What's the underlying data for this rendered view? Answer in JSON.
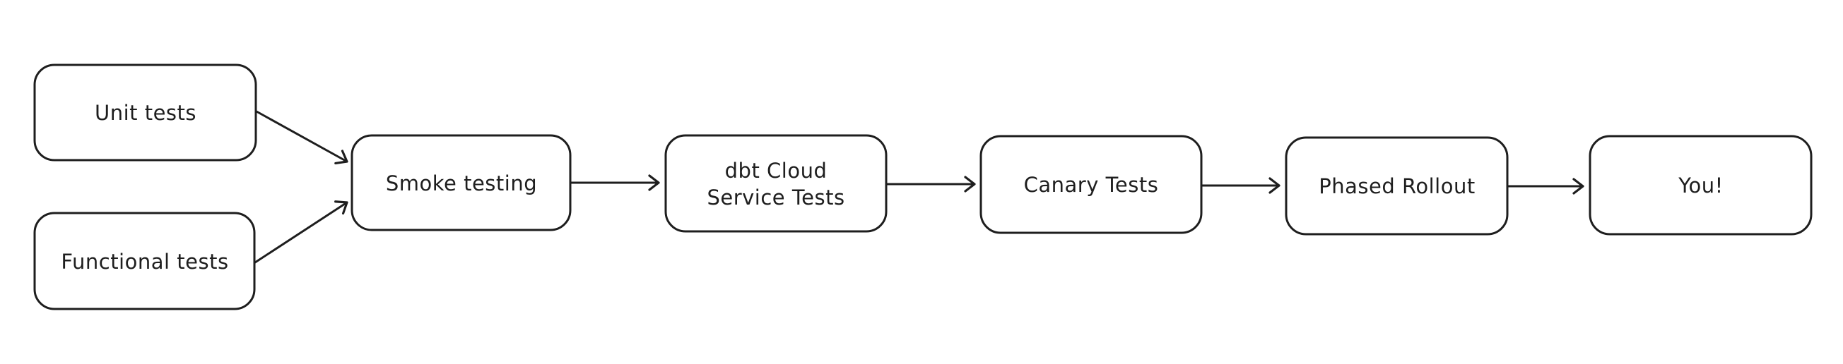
{
  "diagram": {
    "background_color": "#ffffff",
    "node_fill_color": "#ffffff",
    "node_stroke_color": "#1e1e1e",
    "text_color": "#1e1e1e",
    "style": "hand-drawn flowchart",
    "nodes": [
      {
        "id": "unit-tests",
        "label": "Unit tests"
      },
      {
        "id": "functional-tests",
        "label": "Functional tests"
      },
      {
        "id": "smoke-testing",
        "label": "Smoke testing"
      },
      {
        "id": "dbt-cloud-service-tests",
        "label_lines": [
          "dbt Cloud",
          "Service Tests"
        ]
      },
      {
        "id": "canary-tests",
        "label": "Canary Tests"
      },
      {
        "id": "phased-rollout",
        "label": "Phased Rollout"
      },
      {
        "id": "you",
        "label": "You!"
      }
    ],
    "edges": [
      {
        "from": "unit-tests",
        "to": "smoke-testing"
      },
      {
        "from": "functional-tests",
        "to": "smoke-testing"
      },
      {
        "from": "smoke-testing",
        "to": "dbt-cloud-service-tests"
      },
      {
        "from": "dbt-cloud-service-tests",
        "to": "canary-tests"
      },
      {
        "from": "canary-tests",
        "to": "phased-rollout"
      },
      {
        "from": "phased-rollout",
        "to": "you"
      }
    ]
  }
}
